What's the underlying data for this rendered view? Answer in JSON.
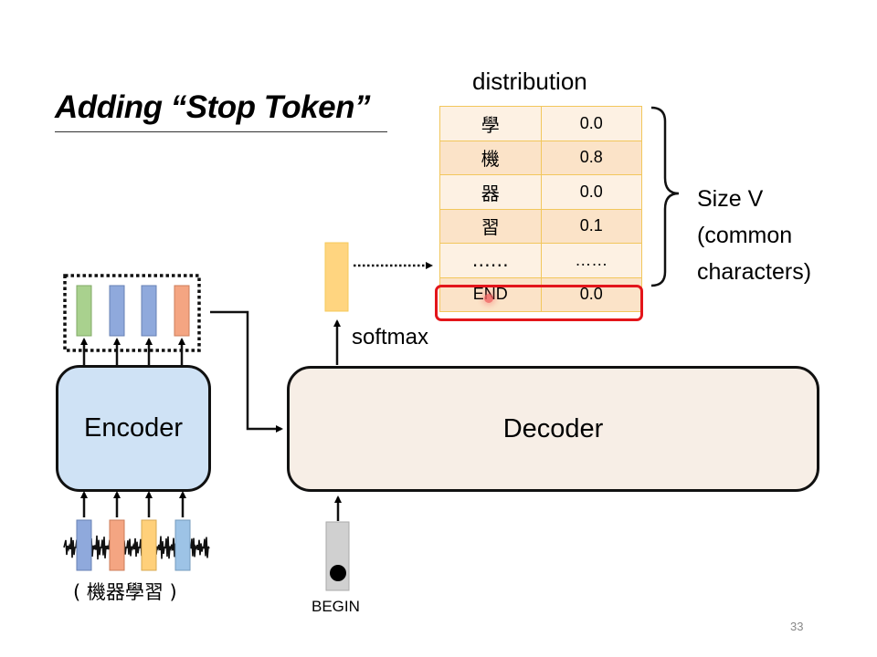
{
  "slide": {
    "title": "Adding “Stop Token”",
    "page_number": "33"
  },
  "distribution": {
    "label": "distribution",
    "rows": [
      {
        "token": "學",
        "prob": "0.0"
      },
      {
        "token": "機",
        "prob": "0.8"
      },
      {
        "token": "器",
        "prob": "0.0"
      },
      {
        "token": "習",
        "prob": "0.1"
      },
      {
        "token": "……",
        "prob": "……"
      },
      {
        "token": "END",
        "prob": "0.0",
        "highlighted": true
      }
    ],
    "brace_label_line1": "Size V",
    "brace_label_line2": "(common",
    "brace_label_line3": "characters)",
    "highlight_color": "#e3151a"
  },
  "diagram": {
    "encoder_label": "Encoder",
    "decoder_label": "Decoder",
    "softmax_label": "softmax",
    "begin_label": "BEGIN",
    "input_label": "( 機器學習 )",
    "encoder_output_colors": [
      "#a9d18e",
      "#8fa9dc",
      "#8fa9dc",
      "#f4a582"
    ],
    "encoder_input_colors": [
      "#8fa9dc",
      "#f4a582",
      "#ffd07a",
      "#9dc3e6"
    ],
    "softmax_output_color": "#ffd580"
  }
}
